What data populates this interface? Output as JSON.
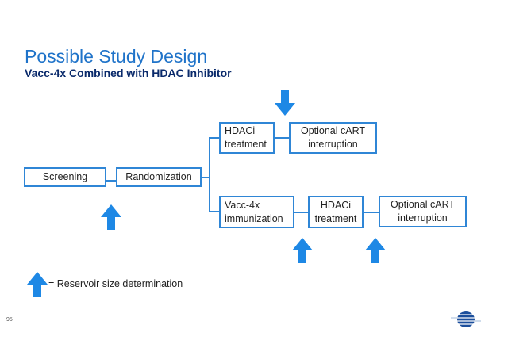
{
  "slide": {
    "title": "Possible Study Design",
    "subtitle": "Vacc-4x Combined with HDAC Inhibitor",
    "page_number": "95"
  },
  "diagram": {
    "boxes": {
      "screening": "Screening",
      "randomization": "Randomization",
      "hdaci_top": "HDACi treatment",
      "cart_top": "Optional cART interruption",
      "vacc": "Vacc-4x immunization",
      "hdaci_bottom": "HDACi treatment",
      "cart_bottom": "Optional cART interruption"
    },
    "legend": "= Reservoir size determination",
    "colors": {
      "arrow": "#1e88e5",
      "box_border": "#2f86d6",
      "connector": "#2f86d6",
      "title": "#1f73c9",
      "subtitle": "#0a2a6b"
    }
  }
}
